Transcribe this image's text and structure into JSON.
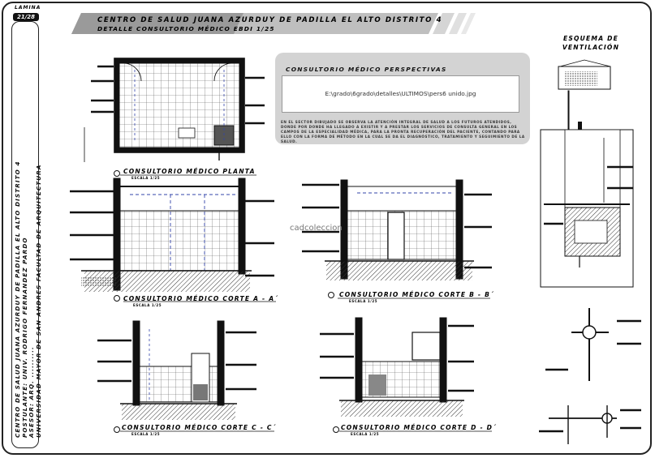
{
  "sheet": {
    "label": "LAMINA",
    "number": "21/28"
  },
  "header": {
    "title": "CENTRO DE SALUD JUANA AZURDUY DE PADILLA EL ALTO DISTRITO 4",
    "subtitle": "DETALLE CONSULTORIO MÉDICO EBDI 1/25"
  },
  "sidebar": {
    "lines": [
      "CENTRO DE SALUD JUANA AZURDUY DE PADILLA EL ALTO DISTRITO 4",
      "POSTULANTE: UNIV. RODRIGO FERNANDEZ PARDO",
      "ASESOR: ARQ. ..........",
      "UNIVERSIDAD MAYOR DE SAN ANDRES FACULTAD DE ARQUITECTURA"
    ]
  },
  "ventilation": {
    "title_line1": "ESQUEMA DE",
    "title_line2": "VENTILACIÓN"
  },
  "perspective": {
    "title": "CONSULTORIO MÉDICO PERSPECTIVAS",
    "image_path": "E:\\grado\\6grado\\detalles\\ULTIMOS\\pers6 unido.jpg",
    "description": "EN EL SECTOR DIBUJADO SE OBSERVA LA ATENCIÓN INTEGRAL DE SALUD A LOS FUTUROS ATENDIDOS, DONDE POR DONDE HA LLEGADO A EXISTIR Y A PRESTAR LOS SERVICIOS DE CONSULTA GENERAL EN LOS CAMPOS DE LA ESPECIALIDAD MÉDICA, PARA LA PRONTA RECUPERACIÓN DEL PACIENTE, CONTANDO PARA ELLO CON LA FORMA DE MÉTODO EN LA CUAL SE DA EL DIAGNÓSTICO, TRATAMIENTO Y SEGUIMIENTO DE LA SALUD."
  },
  "drawings": {
    "plan": {
      "title": "CONSULTORIO MÉDICO PLANTA",
      "scale": "ESCALA 1/25"
    },
    "section_a": {
      "title": "CONSULTORIO MÉDICO CORTE A - A´",
      "scale": "ESCALA 1/25"
    },
    "section_b": {
      "title": "CONSULTORIO MÉDICO CORTE B - B´",
      "scale": "ESCALA 1/25"
    },
    "section_c": {
      "title": "CONSULTORIO MÉDICO CORTE C - C´",
      "scale": "ESCALA 1/25"
    },
    "section_d": {
      "title": "CONSULTORIO MÉDICO CORTE D - D´",
      "scale": "ESCALA 1/25"
    }
  },
  "watermark": "cadcoleccion"
}
